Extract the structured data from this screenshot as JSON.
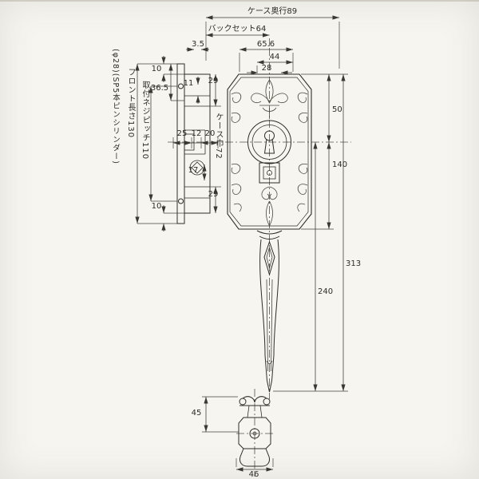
{
  "colors": {
    "paper": "#f6f5ef",
    "ink": "#34322c"
  },
  "labels": {
    "case_depth": "ケース奥行89",
    "backset": "バックセット64",
    "faceplate_thickness": "3.5",
    "top_width_656": "65.6",
    "top_width_44": "44",
    "cylinder_dia_28": "28",
    "note_cylinder": "(φ28)(SP5本ピンシリンダー)",
    "front_length": "フロント長さ130",
    "screw_pitch": "取付ネジピッチ110",
    "case_width": "ケース巾72",
    "top_10": "10",
    "d_36_5": "36.5",
    "d_11": "11",
    "upper_29": "29",
    "d_25": "25",
    "d_12": "12",
    "d_20": "20",
    "d_17": "17",
    "lower_29": "29",
    "bottom_10": "10",
    "d_50": "50",
    "d_140": "140",
    "d_240": "240",
    "d_313": "313",
    "d_45": "45",
    "d_46": "46"
  }
}
